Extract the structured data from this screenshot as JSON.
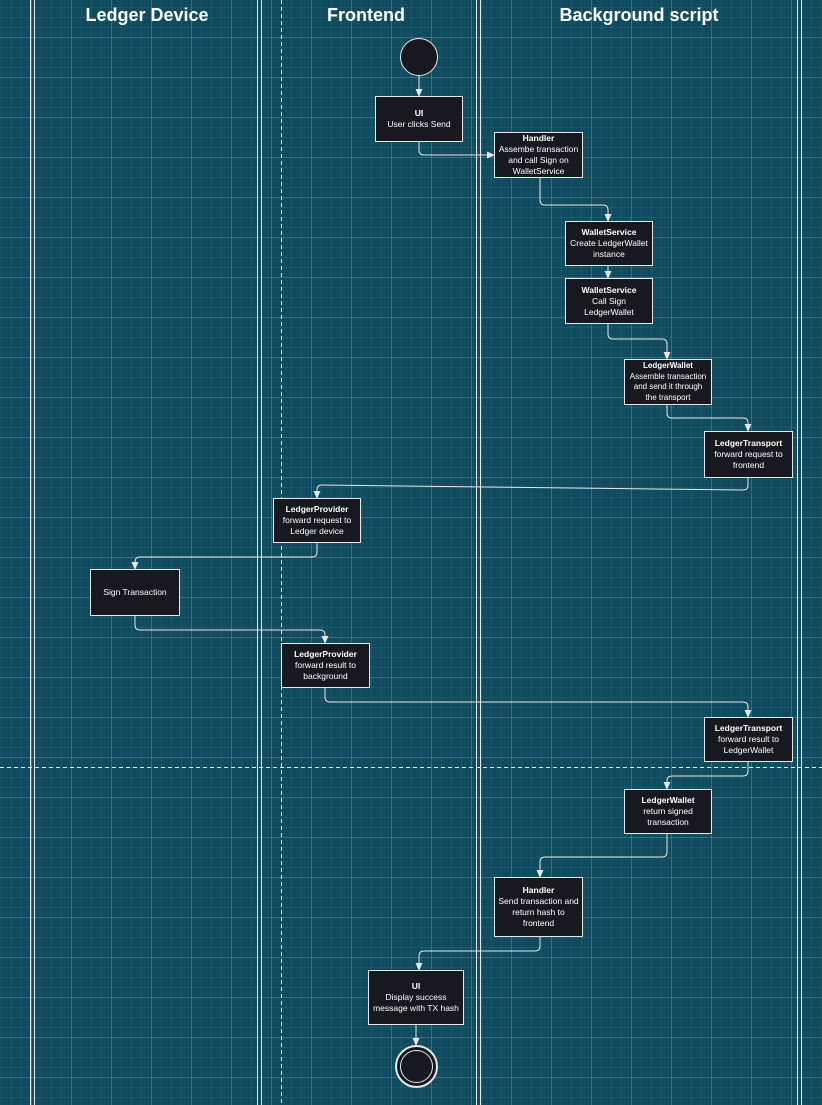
{
  "lanes": [
    {
      "title": "Ledger Device"
    },
    {
      "title": "Frontend"
    },
    {
      "title": "Background script"
    }
  ],
  "nodes": [
    {
      "title": "UI",
      "body": "User clicks Send"
    },
    {
      "title": "Handler",
      "body": "Assembe transaction and call Sign on WalletService"
    },
    {
      "title": "WalletService",
      "body": "Create LedgerWallet instance"
    },
    {
      "title": "WalletService",
      "body": "Call Sign LedgerWallet"
    },
    {
      "title": "LedgerWallet",
      "body": "Assemble transaction and send it through the transport"
    },
    {
      "title": "LedgerTransport",
      "body": "forward request to frontend"
    },
    {
      "title": "LedgerProvider",
      "body": "forward request to Ledger device"
    },
    {
      "title": "",
      "body": "Sign Transaction"
    },
    {
      "title": "LedgerProvider",
      "body": "forward result to background"
    },
    {
      "title": "LedgerTransport",
      "body": "forward result to LedgerWallet"
    },
    {
      "title": "LedgerWallet",
      "body": "return signed transaction"
    },
    {
      "title": "Handler",
      "body": "Send transaction and return hash to frontend"
    },
    {
      "title": "UI",
      "body": "Display success message with TX hash"
    }
  ],
  "colors": {
    "background": "#114b5f",
    "box_fill": "#181920",
    "stroke": "#e6e6e6",
    "text": "#ffffff"
  }
}
